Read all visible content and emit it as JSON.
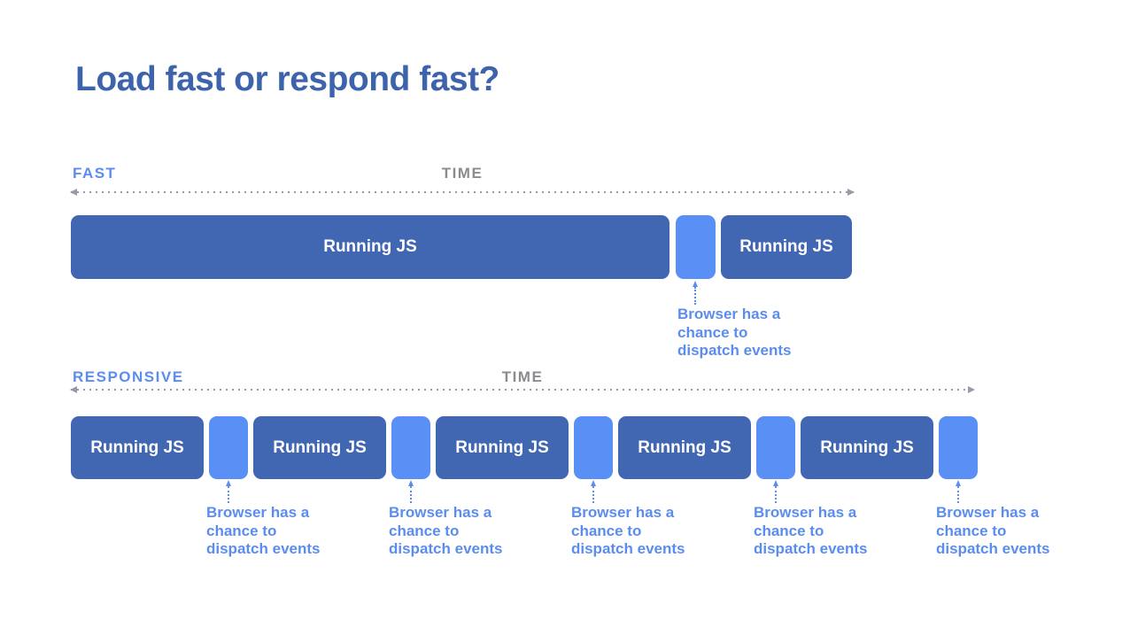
{
  "slide": {
    "title": "Load fast or respond fast?"
  },
  "labels": {
    "running_js": "Running JS"
  },
  "annotation_text": {
    "line1": "Browser has a",
    "line2": "chance to",
    "line3": "dispatch events"
  },
  "tracks": {
    "fast": {
      "label": "FAST",
      "time_label": "TIME",
      "sequence": [
        "Running JS",
        "browser event gap",
        "Running JS"
      ],
      "annotation_count": 1
    },
    "responsive": {
      "label": "RESPONSIVE",
      "time_label": "TIME",
      "sequence": [
        "Running JS",
        "browser event gap",
        "Running JS",
        "browser event gap",
        "Running JS",
        "browser event gap",
        "Running JS",
        "browser event gap",
        "Running JS",
        "browser event gap"
      ],
      "annotation_count": 5
    }
  },
  "colors": {
    "title": "#3d63ac",
    "js_block": "#4267b2",
    "gap_block": "#5a8ff5",
    "annotation": "#5b8def",
    "time_label": "#8b8b90",
    "axis": "#979ba8"
  }
}
